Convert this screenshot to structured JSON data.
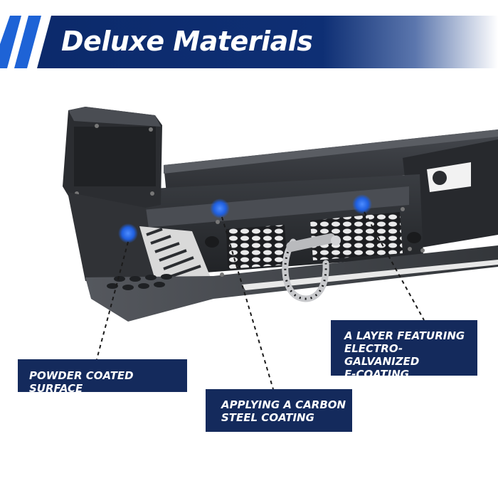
{
  "banner": {
    "title": "Deluxe Materials",
    "colors": {
      "navy": "#0c2a6b",
      "accent": "#1e63d6",
      "fade": "#ffffff"
    }
  },
  "callouts": {
    "powder": {
      "text": "POWDER COATED SURFACE"
    },
    "carbon": {
      "line1": "APPLYING A CARBON",
      "line2": "STEEL COATING"
    },
    "layer": {
      "line1": "A LAYER FEATURING",
      "line2": "ELECTRO-GALVANIZED",
      "line3": "E-COATING"
    }
  },
  "colors": {
    "label_bg": "#142a5c",
    "marker": "#1f5fe0",
    "steel": "#2b2d31"
  }
}
